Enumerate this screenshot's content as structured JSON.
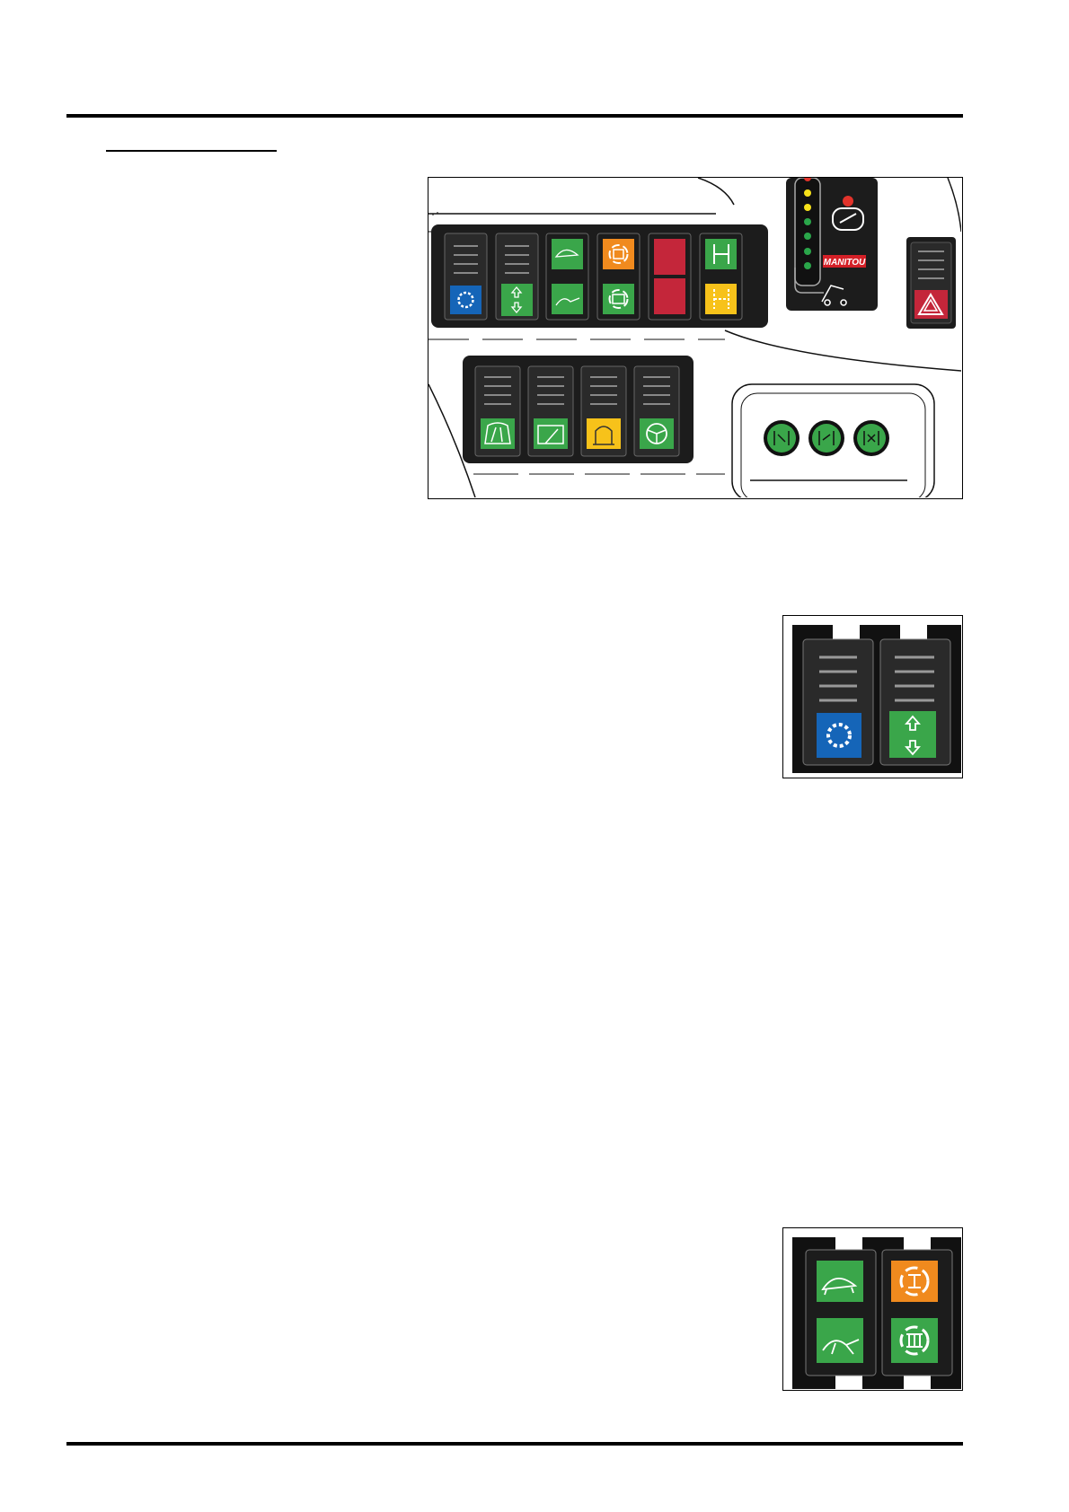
{
  "page": {
    "section_title": ""
  },
  "figures": {
    "main": {
      "brand_logo": "MANITOU",
      "top_switches": [
        "work-light",
        "hydraulic-lock",
        "speed-range",
        "steering-mode",
        "unused",
        "transmission"
      ],
      "bottom_switches": [
        "front-wiper",
        "rear-wiper",
        "rotating-beacon",
        "steering-alignment"
      ],
      "indicators": [
        "indicator-1",
        "indicator-2",
        "indicator-3"
      ],
      "load_indicator_leds": [
        "red",
        "yellow",
        "yellow",
        "green",
        "green",
        "green",
        "green"
      ]
    },
    "detail_1": {
      "switches": [
        "work-light",
        "hydraulic-lock"
      ]
    },
    "detail_2": {
      "switches": [
        "speed-range",
        "steering-mode"
      ]
    }
  },
  "colors": {
    "panel_dark": "#1c1c1c",
    "green": "#3aa64a",
    "blue": "#1565b8",
    "orange": "#f08a1e",
    "yellow": "#f7c21a",
    "red": "#c4263a",
    "brand_red": "#d42027"
  }
}
